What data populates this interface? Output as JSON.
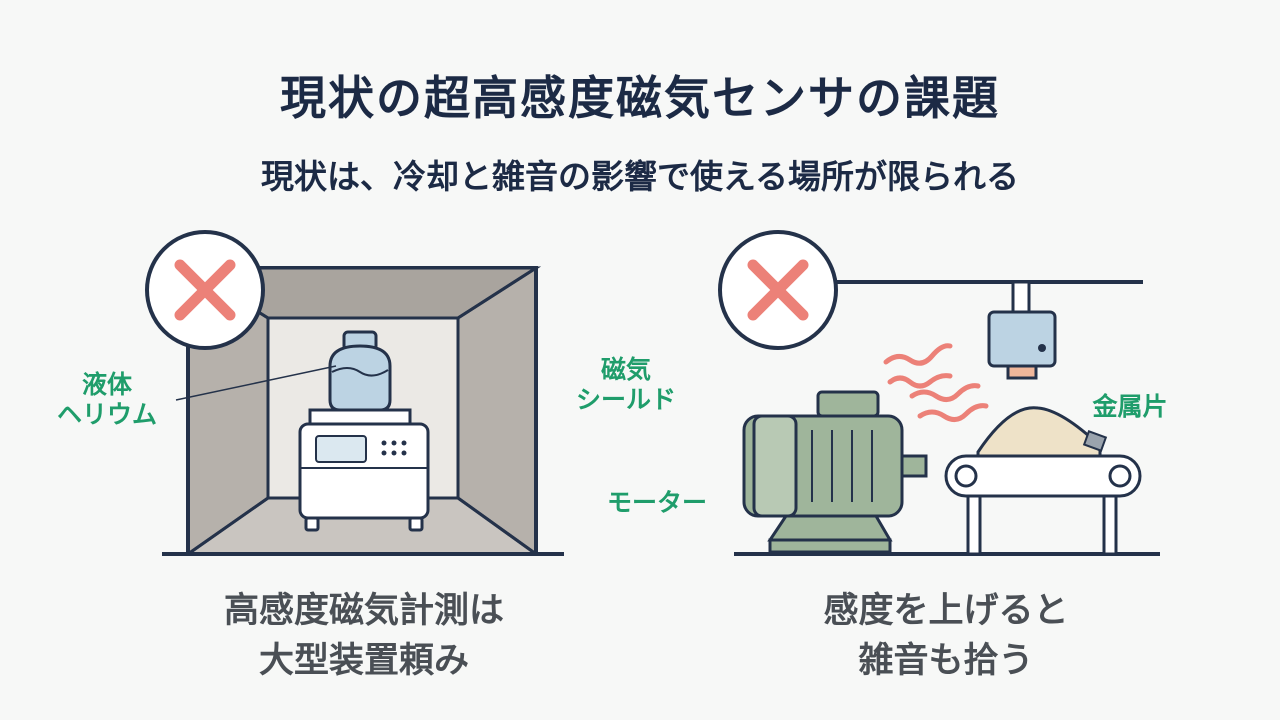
{
  "title": "現状の超高感度磁気センサの課題",
  "subtitle": "現状は、冷却と雑音の影響で使える場所が限られる",
  "left_panel": {
    "labels": {
      "helium_line1": "液体",
      "helium_line2": "ヘリウム",
      "shield_line1": "磁気",
      "shield_line2": "シールド"
    },
    "caption_line1": "高感度磁気計測は",
    "caption_line2": "大型装置頼み"
  },
  "right_panel": {
    "labels": {
      "motor": "モーター",
      "metal": "金属片"
    },
    "caption_line1": "感度を上げると",
    "caption_line2": "雑音も拾う"
  },
  "colors": {
    "title": "#1c2a45",
    "label_green": "#1f9d6b",
    "cross_red": "#ec8178",
    "shield_gray": "#b6b1ab",
    "motor_green": "#9fb59b",
    "device_blue": "#bcd3e3"
  }
}
